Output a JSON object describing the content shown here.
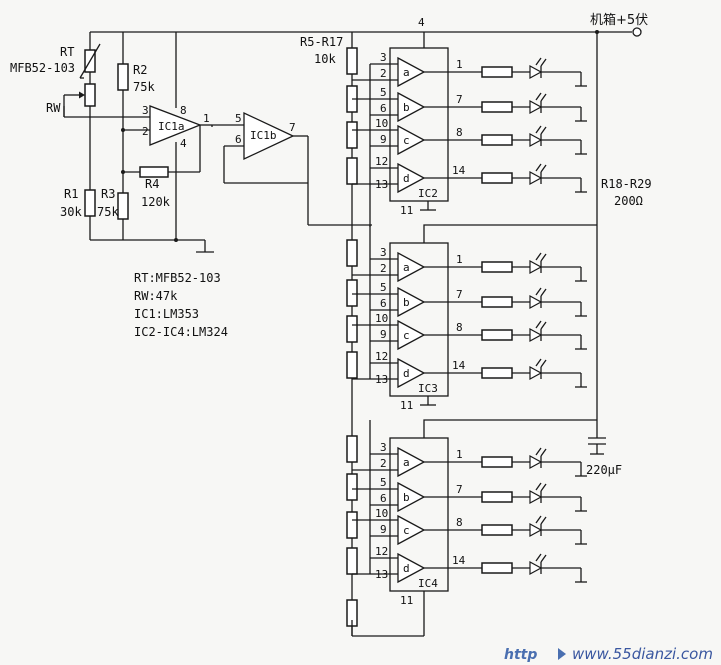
{
  "labels": {
    "power": "机箱+5伏",
    "rt": "RT",
    "rt_part": "MFB52-103",
    "rw": "RW",
    "r2": "R2",
    "r2_val": "75k",
    "r1": "R1",
    "r1_val": "30k",
    "r3": "R3",
    "r3_val": "75k",
    "r4": "R4",
    "r4_val": "120k",
    "r5_r17": "R5-R17",
    "r5_r17_val": "10k",
    "r18_r29": "R18-R29",
    "r18_r29_val": "200Ω",
    "cap": "220μF",
    "ic1a": "IC1a",
    "ic1b": "IC1b",
    "ic2": "IC2",
    "ic3": "IC3",
    "ic4": "IC4"
  },
  "comparators": [
    "a",
    "b",
    "c",
    "d"
  ],
  "pins": {
    "ic1a_in_plus": "3",
    "ic1a_in_minus": "2",
    "ic1a_vcc": "8",
    "ic1a_gnd": "4",
    "ic1a_out": "1",
    "ic1b_in_plus": "5",
    "ic1b_in_minus": "6",
    "ic1b_out": "7",
    "vcc": "4",
    "gnd": "11",
    "a": [
      "3",
      "2",
      "1"
    ],
    "b": [
      "5",
      "6",
      "7"
    ],
    "c": [
      "10",
      "9",
      "8"
    ],
    "d": [
      "12",
      "13",
      "14"
    ]
  },
  "notes": [
    "RT:MFB52-103",
    "RW:47k",
    "IC1:LM353",
    "IC2-IC4:LM324"
  ],
  "watermark": {
    "left": "http",
    "right": "www.55dianzi.com"
  }
}
